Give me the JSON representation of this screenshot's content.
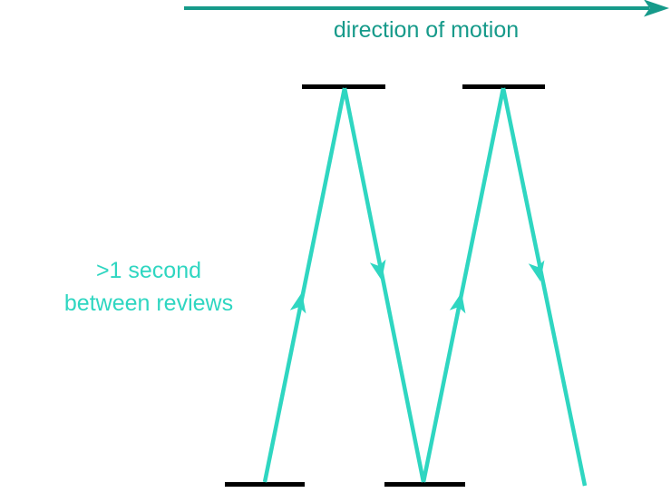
{
  "diagram": {
    "direction_label": "direction of motion",
    "side_label_line1": ">1 second",
    "side_label_line2": "between reviews",
    "colors": {
      "dark_teal": "#169a8a",
      "turquoise": "#2fd6c1",
      "bar_black": "#000000",
      "background": "#ffffff"
    }
  }
}
